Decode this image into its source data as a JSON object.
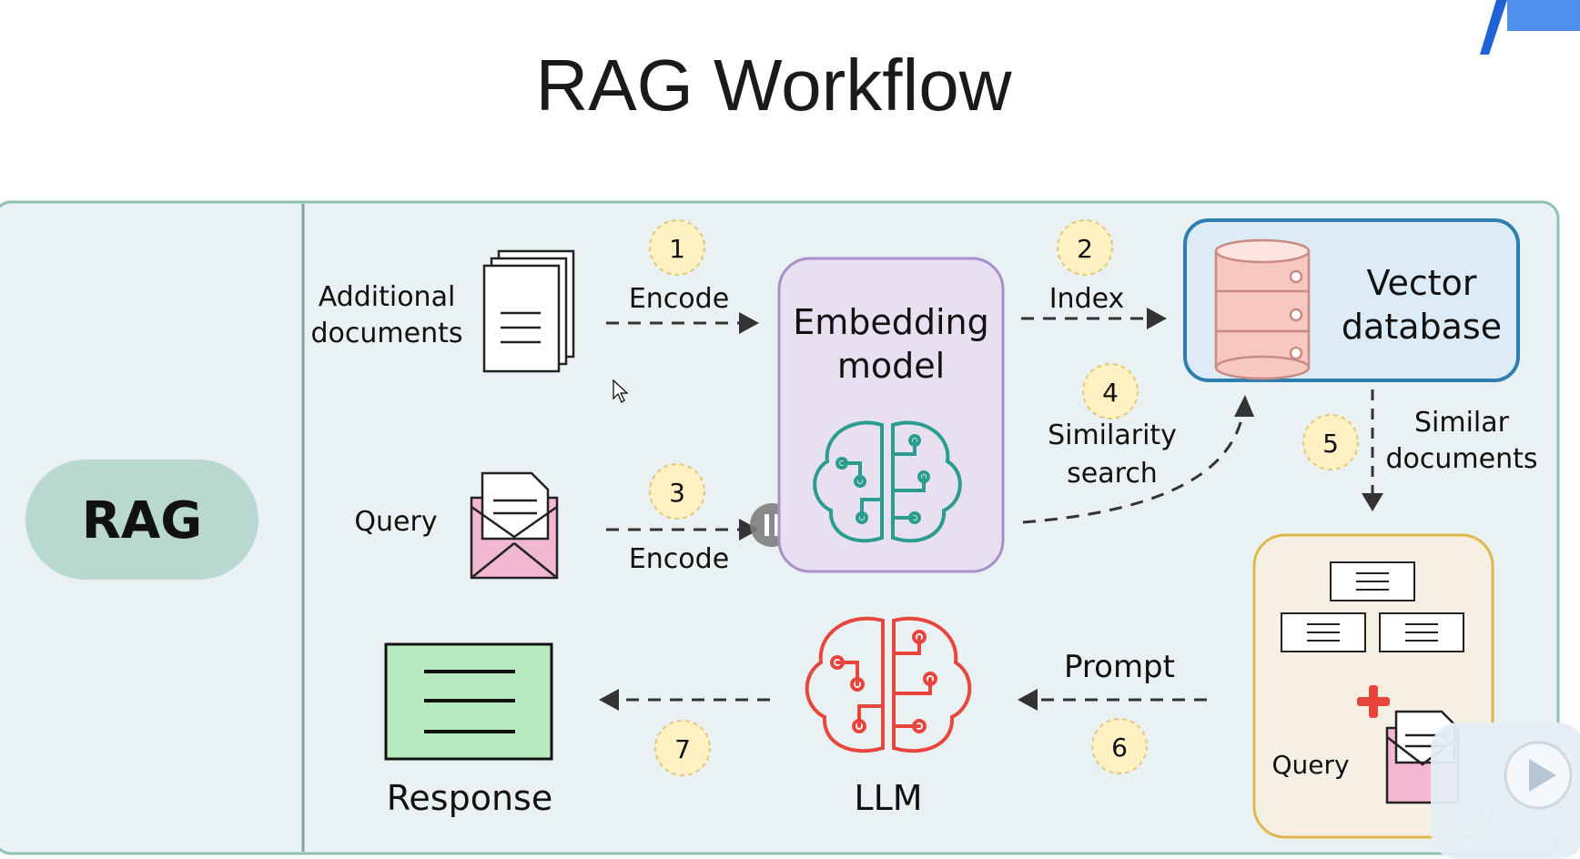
{
  "title": "RAG Workflow",
  "colors": {
    "panel_bg": "#e9f1f2",
    "panel_border": "#8fbfb5",
    "rag_pill": "#b8d8d0",
    "embedding_fill": "#e8dff0",
    "embedding_border": "#a990c8",
    "vector_fill": "#dcebf5",
    "vector_border": "#2e7fb0",
    "db_fill": "#f7c8c0",
    "query_box_fill": "#f6f0e4",
    "query_box_border": "#e0b84a",
    "response_fill": "#b6ebbf",
    "step_badge": "#fff1c2",
    "brain_teal": "#2a9d8f",
    "brain_red": "#e8453c"
  },
  "diagram": {
    "rag_label": "RAG",
    "additional_documents": [
      "Additional",
      "documents"
    ],
    "query_label": "Query",
    "encode_label_1": "Encode",
    "encode_label_3": "Encode",
    "embedding_model": [
      "Embedding",
      "model"
    ],
    "index_label": "Index",
    "vector_database": [
      "Vector",
      "database"
    ],
    "similarity_search": [
      "Similarity",
      "search"
    ],
    "similar_documents": [
      "Similar",
      "documents"
    ],
    "prompt_label": "Prompt",
    "query_box_label": "Query",
    "llm_label": "LLM",
    "response_label": "Response",
    "steps": [
      "1",
      "2",
      "3",
      "4",
      "5",
      "6",
      "7"
    ]
  }
}
